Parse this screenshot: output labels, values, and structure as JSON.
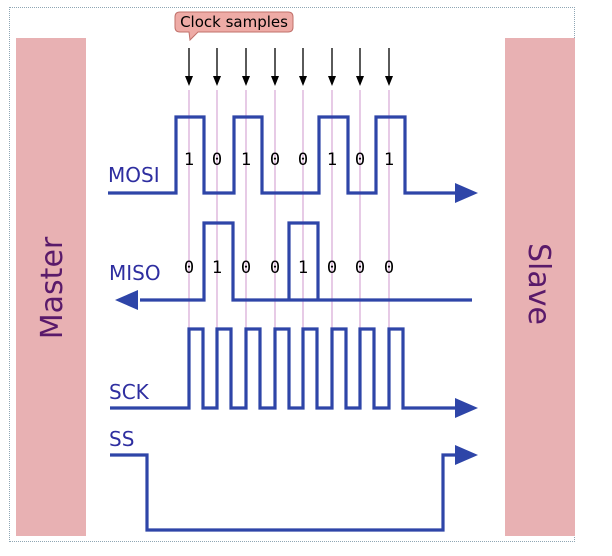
{
  "labels": {
    "master": "Master",
    "slave": "Slave",
    "mosi": "MOSI",
    "miso": "MISO",
    "sck": "SCK",
    "ss": "SS",
    "callout": "Clock samples"
  },
  "mosi_bits": [
    "1",
    "0",
    "1",
    "0",
    "0",
    "1",
    "0",
    "1"
  ],
  "miso_bits": [
    "0",
    "1",
    "0",
    "0",
    "1",
    "0",
    "0",
    "0"
  ],
  "colors": {
    "signal": "#2e45a8",
    "panel": "#e8b1b3",
    "sample_line": "#d7a8d6",
    "label": "#2e2ea0",
    "side_label": "#5a1a6a",
    "callout_fill": "#eeaba6"
  }
}
